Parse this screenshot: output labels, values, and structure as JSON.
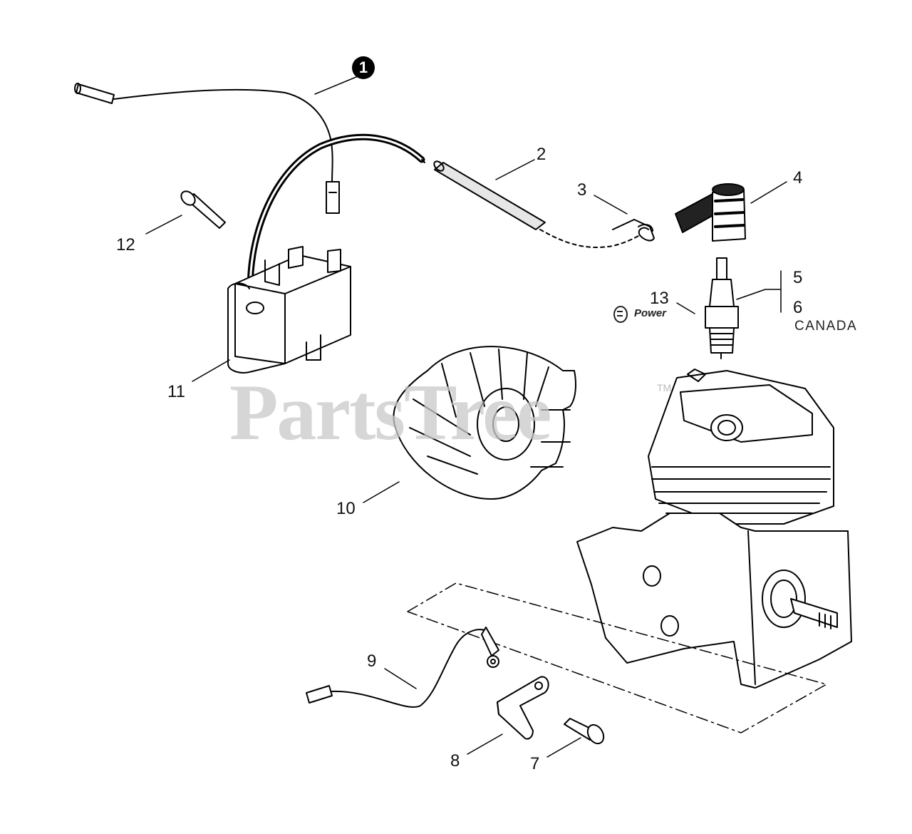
{
  "callouts": {
    "c1": "1",
    "c2": "2",
    "c3": "3",
    "c4": "4",
    "c5": "5",
    "c6": "6",
    "c7": "7",
    "c8": "8",
    "c9": "9",
    "c10": "10",
    "c11": "11",
    "c12": "12",
    "c13": "13"
  },
  "notes": {
    "canada": "CANADA",
    "repower": "Power"
  },
  "watermark": {
    "text": "PartsTree",
    "trademark": "TM"
  }
}
